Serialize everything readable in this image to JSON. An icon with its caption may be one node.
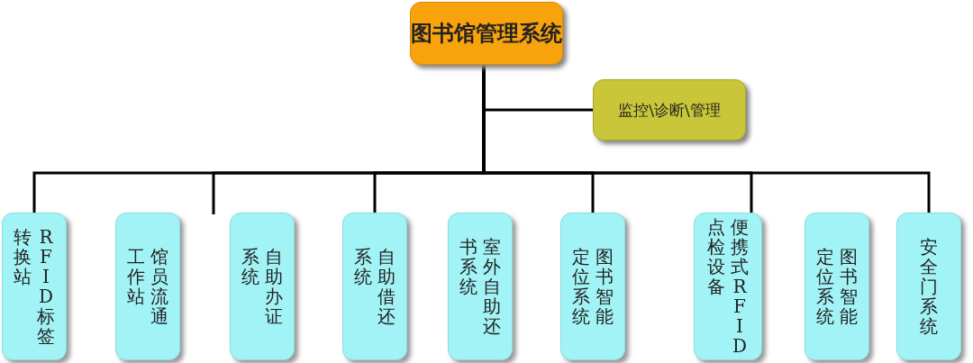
{
  "diagram": {
    "nodes": [
      {
        "text": [
          "图书馆管理系统"
        ]
      },
      {
        "text": [
          "监控\\诊断\\管理"
        ]
      },
      {
        "text": [
          "RFID标签转换站"
        ]
      },
      {
        "text": [
          "馆员流通工作站"
        ]
      },
      {
        "text": [
          "自助办证系统"
        ]
      },
      {
        "text": [
          "自助借还系统"
        ]
      },
      {
        "text": [
          "室外自助还书系统"
        ]
      },
      {
        "text": [
          "图书智能定位系统"
        ]
      },
      {
        "text": [
          "便携式RFID点检设备"
        ]
      },
      {
        "text": [
          "图书智能定位系统"
        ]
      },
      {
        "text": [
          "安全门系统"
        ]
      }
    ],
    "edges": [
      {
        "from": 0,
        "to": 1,
        "arrow": "none"
      },
      {
        "from": 0,
        "to": 2,
        "arrow": "none"
      },
      {
        "from": 0,
        "to": null,
        "arrow": "none"
      },
      {
        "from": 0,
        "to": 5,
        "arrow": "none"
      },
      {
        "from": 0,
        "to": 7,
        "arrow": "none"
      },
      {
        "from": 0,
        "to": 8,
        "arrow": "none"
      },
      {
        "from": 0,
        "to": 10,
        "arrow": "none"
      }
    ]
  }
}
